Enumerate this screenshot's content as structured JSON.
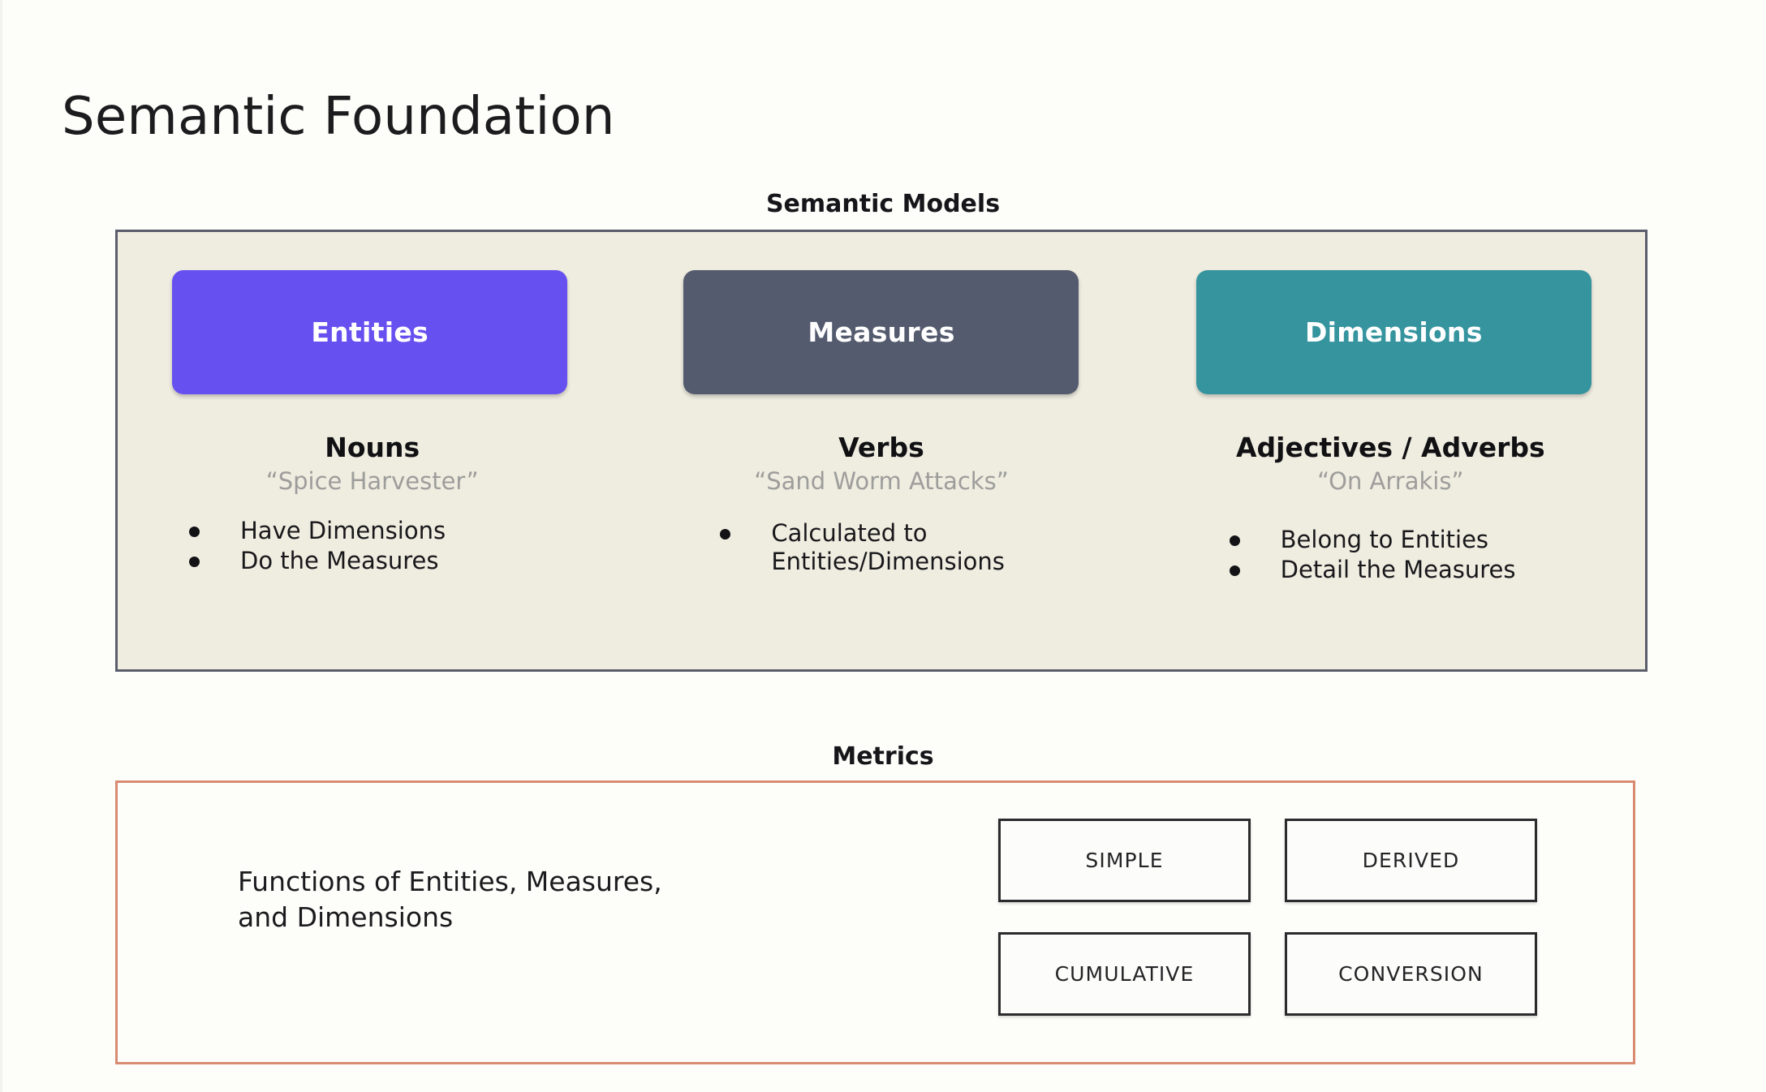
{
  "page": {
    "title": "Semantic Foundation",
    "background_color": "#fdfdfa"
  },
  "semantic_models": {
    "caption": "Semantic Models",
    "panel_background": "#efece0",
    "panel_border_color": "#5a5e6b",
    "columns": [
      {
        "chip_label": "Entities",
        "chip_color": "#6750f0",
        "part_of_speech": "Nouns",
        "example": "“Spice Harvester”",
        "bullets": [
          "Have Dimensions",
          "Do the Measures"
        ]
      },
      {
        "chip_label": "Measures",
        "chip_color": "#545b6e",
        "part_of_speech": "Verbs",
        "example": "“Sand Worm Attacks”",
        "bullets": [
          "Calculated to\nEntities/Dimensions"
        ]
      },
      {
        "chip_label": "Dimensions",
        "chip_color": "#35949e",
        "part_of_speech": "Adjectives / Adverbs",
        "example": "“On Arrakis”",
        "bullets": [
          "Belong to Entities",
          "Detail the Measures"
        ]
      }
    ]
  },
  "metrics": {
    "caption": "Metrics",
    "panel_border_color": "#d98b72",
    "description": "Functions of Entities, Measures,\nand Dimensions",
    "types": [
      "SIMPLE",
      "DERIVED",
      "CUMULATIVE",
      "CONVERSION"
    ]
  }
}
